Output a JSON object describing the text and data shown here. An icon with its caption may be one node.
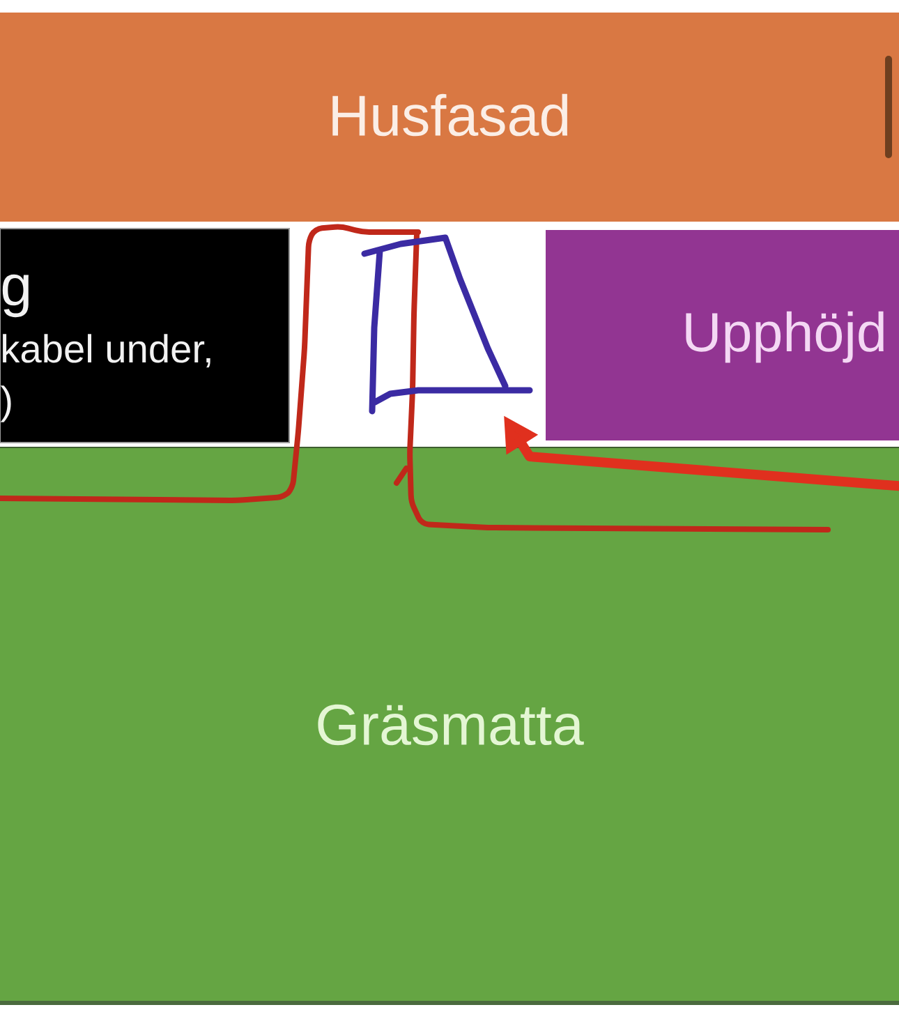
{
  "diagram": {
    "nodes": [
      {
        "text": [
          "Husfasad"
        ]
      },
      {
        "text": [
          "g",
          "kabel under,",
          ")"
        ]
      },
      {
        "text": [],
        "shape": "trapezoid"
      },
      {
        "text": [
          "Upphöjd"
        ]
      },
      {
        "text": [
          "Gräsmatta"
        ]
      }
    ],
    "edges": [
      {
        "from": 4,
        "to": 2,
        "arrow": "to",
        "color": "#e0301e"
      }
    ]
  }
}
